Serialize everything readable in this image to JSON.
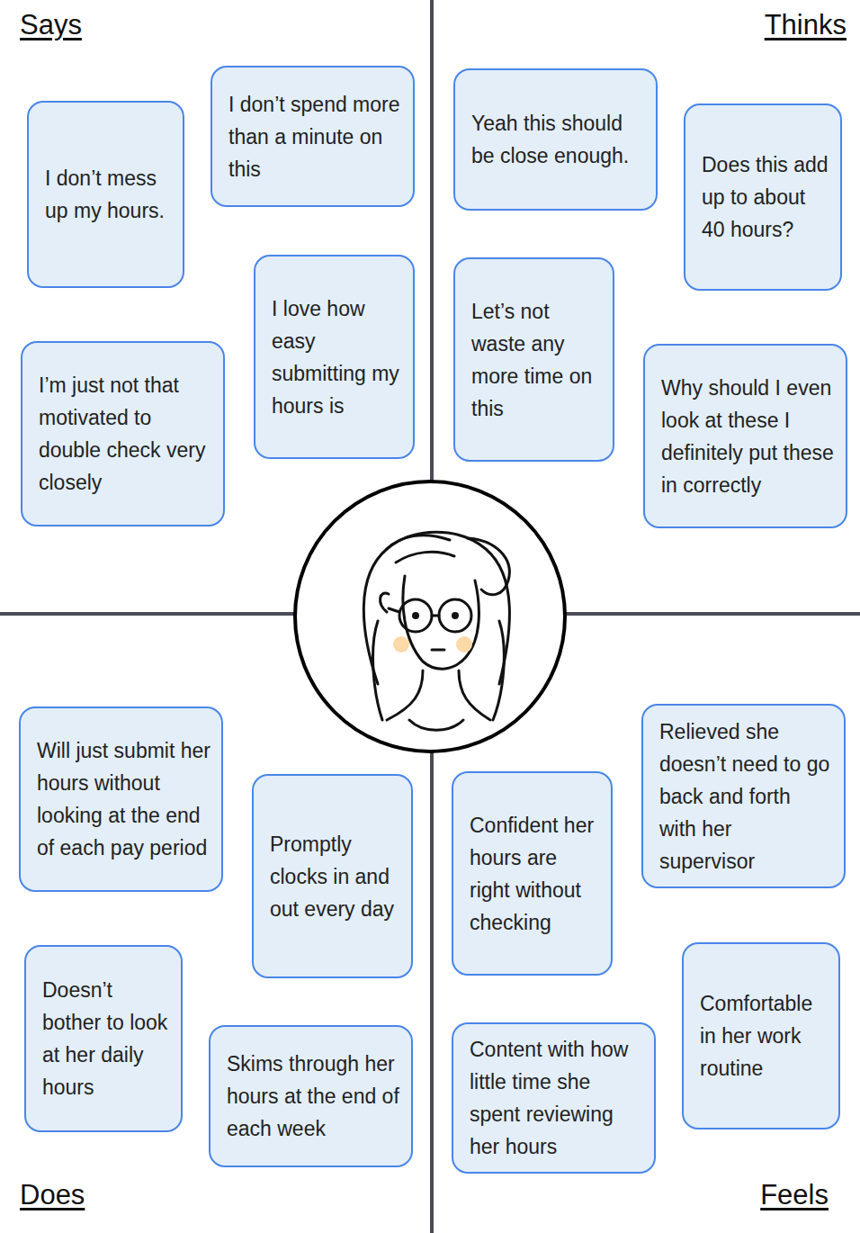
{
  "diagram": {
    "nodes": [
      {
        "text": [
          "I don’t mess up my hours."
        ]
      },
      {
        "text": [
          "I don’t spend more than a minute on this"
        ]
      },
      {
        "text": [
          "I love how easy submitting my hours is"
        ]
      },
      {
        "text": [
          "I’m just not that motivated to double check very closely"
        ]
      },
      {
        "text": [
          "Yeah this should be close enough."
        ]
      },
      {
        "text": [
          "Does this add up to about 40 hours?"
        ]
      },
      {
        "text": [
          "Let’s not waste any more time on this"
        ]
      },
      {
        "text": [
          "Why should I even look at these I definitely put these in correctly"
        ]
      },
      {
        "text": [
          "Will just submit her hours without looking at the end of each pay period"
        ]
      },
      {
        "text": [
          "Promptly clocks in and out every day"
        ]
      },
      {
        "text": [
          "Doesn’t bother to look at her daily hours"
        ]
      },
      {
        "text": [
          "Skims through her hours at the end of each week"
        ]
      },
      {
        "text": [
          "Relieved she doesn’t need to go back and forth with her supervisor"
        ]
      },
      {
        "text": [
          "Confident her hours are right without checking"
        ]
      },
      {
        "text": [
          "Comfortable in her work routine"
        ]
      },
      {
        "text": [
          "Content with how little time she spent reviewing her hours"
        ]
      }
    ],
    "labels": [
      "Says",
      "Thinks",
      "Does",
      "Feels"
    ]
  }
}
